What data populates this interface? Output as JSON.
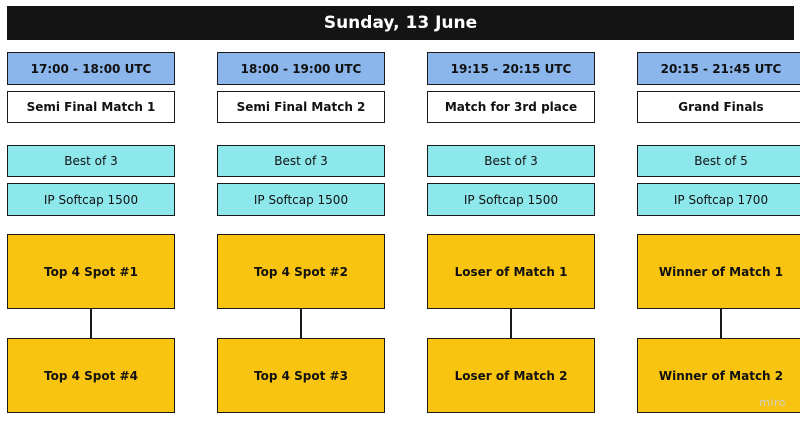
{
  "header": {
    "title": "Sunday, 13 June"
  },
  "columns": [
    {
      "time": "17:00 - 18:00 UTC",
      "match": "Semi Final Match 1",
      "format": "Best of 3",
      "softcap": "IP Softcap 1500",
      "slot_top": "Top 4 Spot #1",
      "slot_bottom": "Top 4 Spot #4"
    },
    {
      "time": "18:00 - 19:00 UTC",
      "match": "Semi Final Match 2",
      "format": "Best of 3",
      "softcap": "IP Softcap 1500",
      "slot_top": "Top 4 Spot #2",
      "slot_bottom": "Top 4 Spot #3"
    },
    {
      "time": "19:15 - 20:15 UTC",
      "match": "Match for 3rd place",
      "format": "Best of 3",
      "softcap": "IP Softcap 1500",
      "slot_top": "Loser of Match 1",
      "slot_bottom": "Loser of Match 2"
    },
    {
      "time": "20:15 - 21:45 UTC",
      "match": "Grand Finals",
      "format": "Best of 5",
      "softcap": "IP Softcap 1700",
      "slot_top": "Winner of Match 1",
      "slot_bottom": "Winner of Match 2"
    }
  ],
  "watermark": "miro",
  "colors": {
    "header_bg": "#141414",
    "time_bg": "#8ab6ec",
    "format_bg": "#8de8ec",
    "slot_bg": "#f8c40f"
  }
}
